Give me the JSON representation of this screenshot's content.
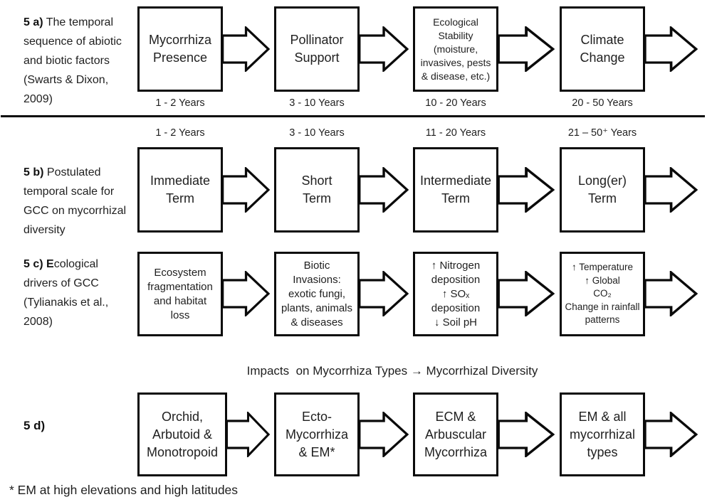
{
  "figure": {
    "colors": {
      "stroke": "#0a0a0a",
      "text": "#1f1f1f",
      "background": "#ffffff"
    },
    "rows": [
      {
        "id": "5a",
        "label_bold": "5 a)",
        "label_rest": " The temporal sequence of abiotic and biotic factors (Swarts & Dixon, 2009)",
        "boxes": [
          "Mycorrhiza\nPresence",
          "Pollinator\nSupport",
          "Ecological\nStability\n(moisture,\ninvasives, pests\n& disease, etc.)",
          "Climate\nChange"
        ],
        "years": [
          "1 - 2 Years",
          "3 - 10 Years",
          "10 - 20 Years",
          "20 - 50 Years"
        ]
      },
      {
        "id": "5b",
        "label_bold": "5 b)",
        "label_rest": " Postulated temporal scale for GCC on mycorrhizal diversity",
        "years": [
          "1 - 2 Years",
          "3 - 10 Years",
          "11 - 20 Years",
          "21 – 50⁺ Years"
        ],
        "boxes": [
          "Immediate\nTerm",
          "Short\nTerm",
          "Intermediate\nTerm",
          "Long(er)\nTerm"
        ]
      },
      {
        "id": "5c",
        "label_bold": "5 c) E",
        "label_rest": "cological drivers of GCC (Tylianakis et al., 2008)",
        "boxes": [
          "Ecosystem\nfragmentation\nand habitat\nloss",
          "Biotic\nInvasions:\nexotic fungi,\nplants, animals\n& diseases",
          "↑ Nitrogen\ndeposition\n↑ SOₓ\ndeposition\n↓ Soil pH",
          "↑ Temperature\n↑ Global\nCO₂\nChange in rainfall\npatterns"
        ]
      },
      {
        "id": "5d",
        "label_bold": "5 d)",
        "label_rest": "",
        "boxes": [
          "Orchid,\nArbutoid &\nMonotropoid",
          "Ecto-\nMycorrhiza\n& EM*",
          "ECM &\nArbuscular\nMycorrhiza",
          "EM & all\nmycorrhizal\ntypes"
        ]
      }
    ],
    "impacts_header": "Impacts  on Mycorrhiza Types → Mycorrhizal Diversity",
    "footnote": "* EM at high elevations and high latitudes"
  }
}
